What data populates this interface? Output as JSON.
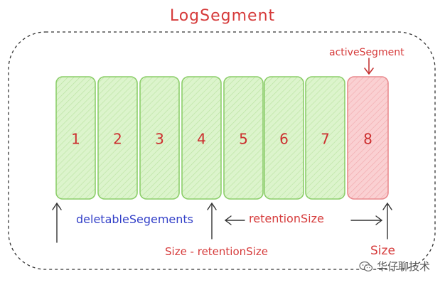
{
  "title": "LogSegment",
  "segments": [
    "1",
    "2",
    "3",
    "4",
    "5",
    "6",
    "7",
    "8"
  ],
  "labels": {
    "active_segment": "activeSegment",
    "deletable_segments": "deletableSegements",
    "retention_size": "retentionSize",
    "size_minus_retention": "Size - retentionSize",
    "size": "Size"
  },
  "watermark": "华仔聊技术",
  "colors": {
    "segment_fill": "#d8f3c6",
    "segment_border": "#8cce6a",
    "active_fill": "#f9c6c8",
    "active_border": "#e98a8e",
    "accent_red": "#d63b3b",
    "accent_blue": "#3340c8"
  },
  "icons": {
    "watermark": "wechat-icon"
  }
}
